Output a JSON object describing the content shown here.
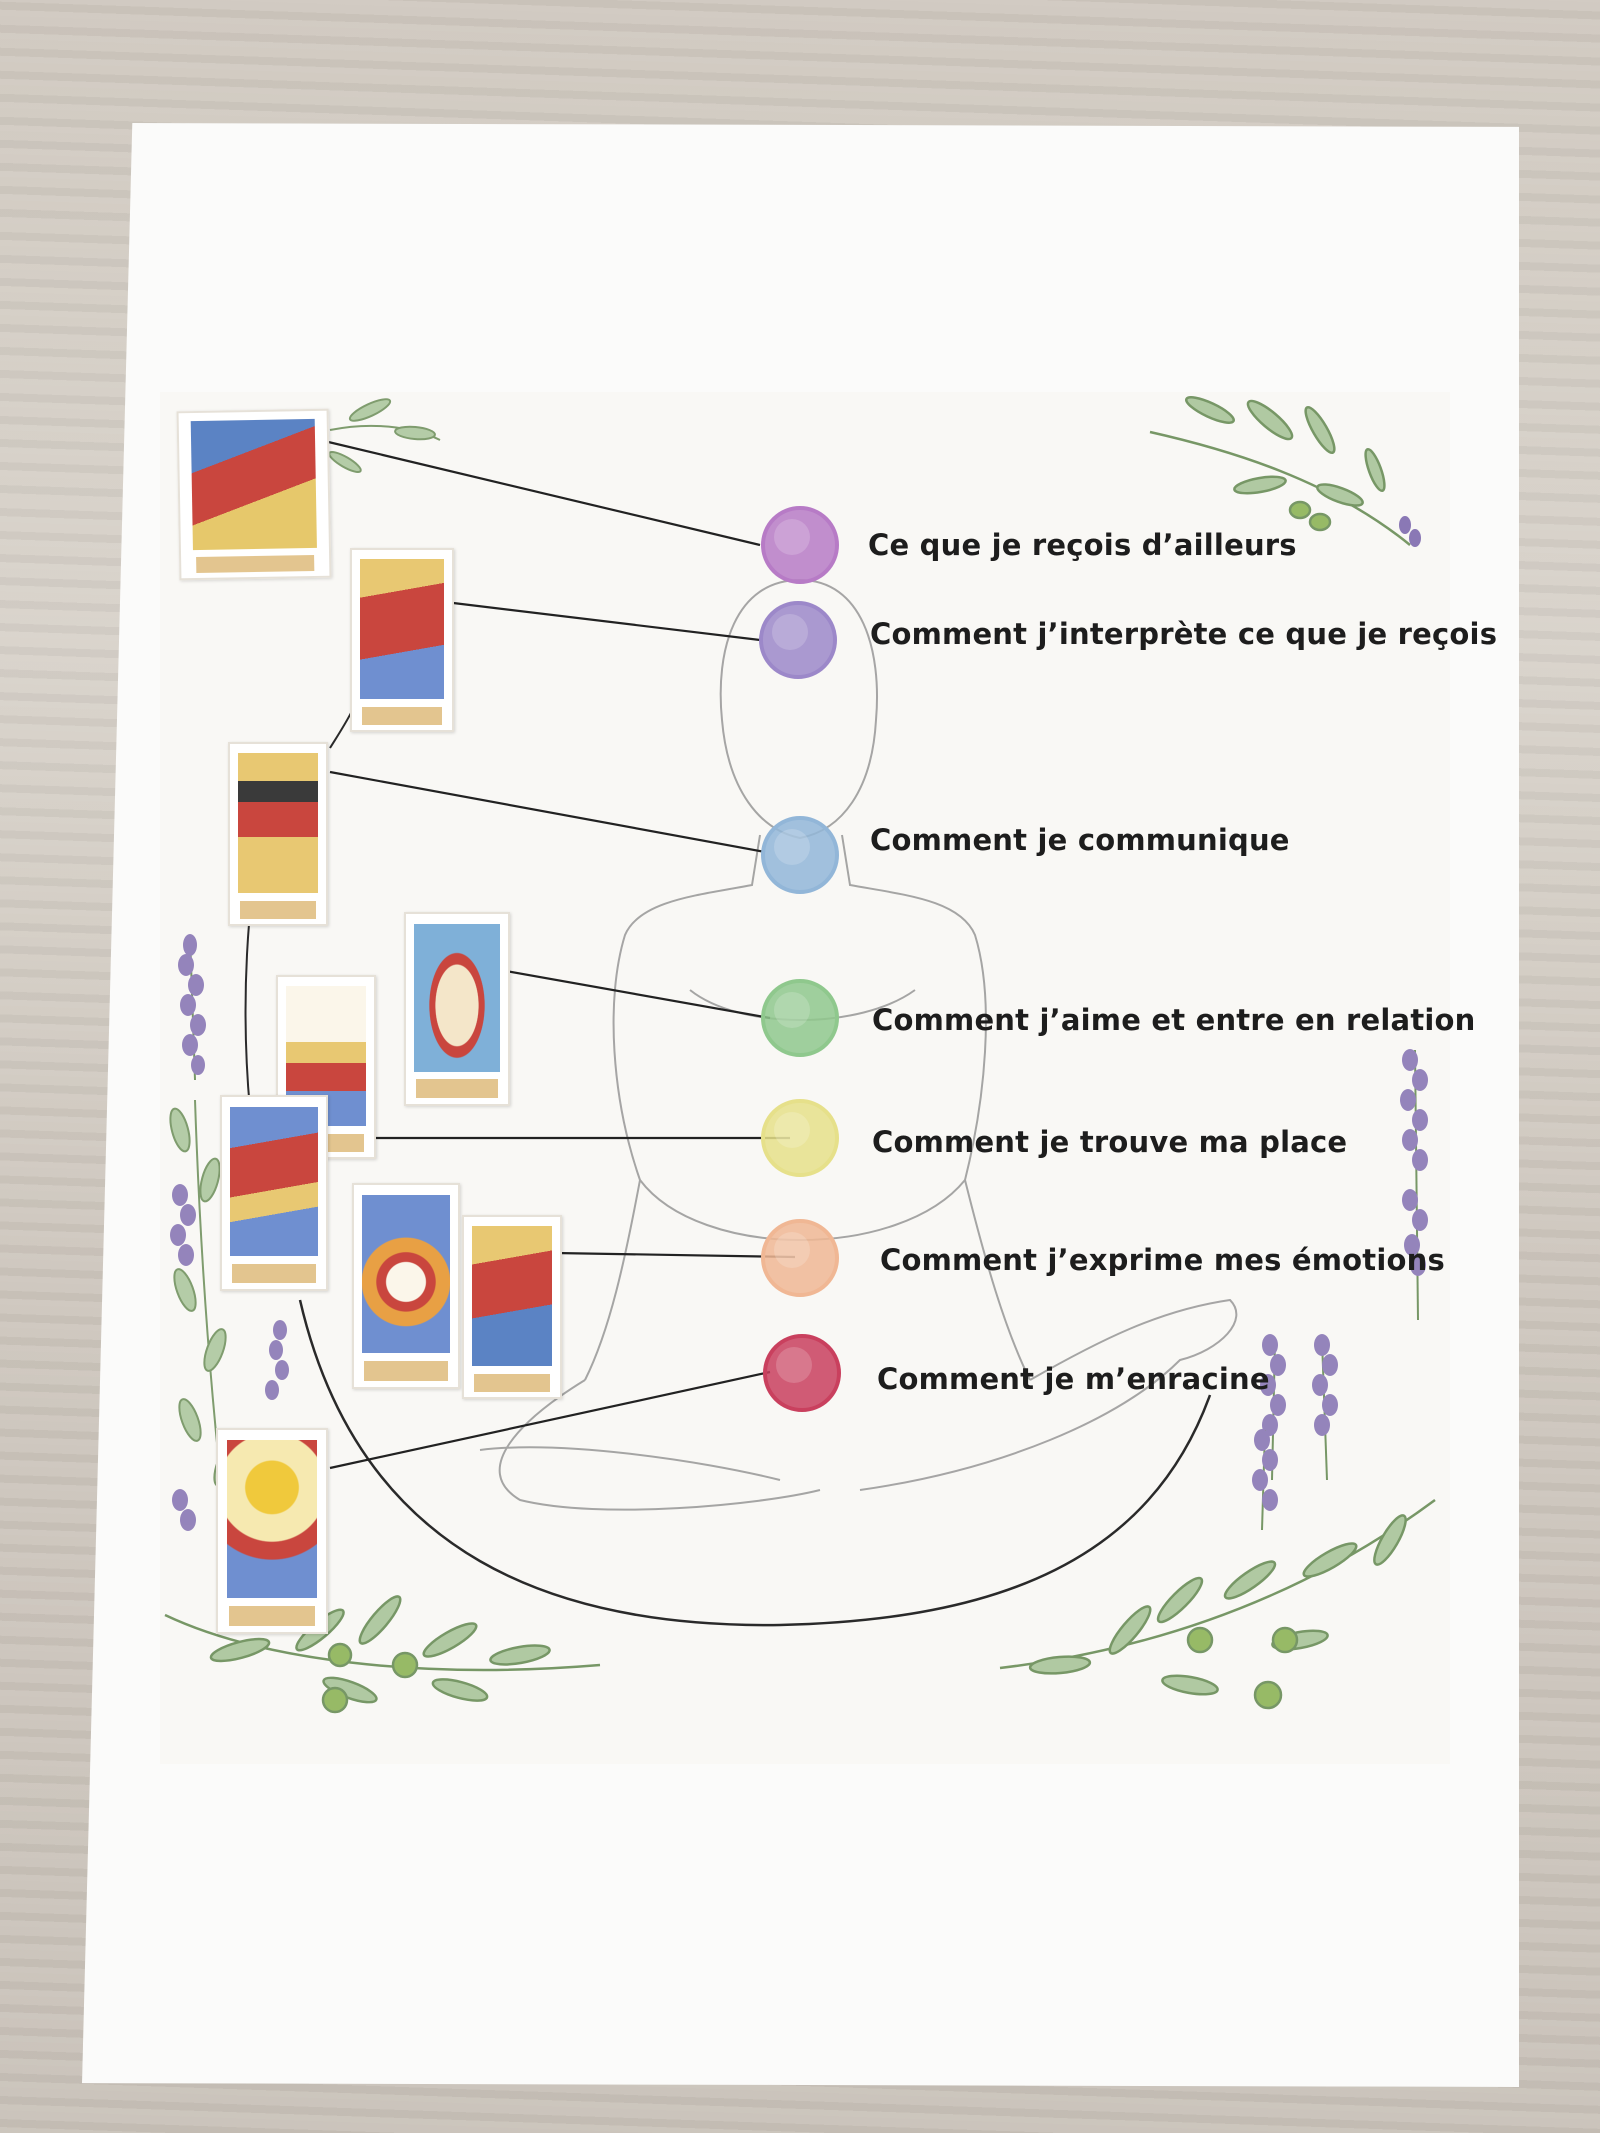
{
  "chakras": [
    {
      "label": "Ce que je reçois d’ailleurs",
      "color": "#b77bc6"
    },
    {
      "label": "Comment j’interprète ce que je reçois",
      "color": "#9c88c9"
    },
    {
      "label": "Comment je communique",
      "color": "#92b6d8"
    },
    {
      "label": "Comment j’aime et entre en relation",
      "color": "#8fc88d"
    },
    {
      "label": "Comment je trouve ma place",
      "color": "#e6e08a"
    },
    {
      "label": "Comment j’exprime mes émotions",
      "color": "#f0b794"
    },
    {
      "label": "Comment je m’enracine",
      "color": "#c9405e"
    }
  ],
  "cards": [
    {
      "icon": "tarot-card-icon"
    },
    {
      "icon": "tarot-card-icon"
    },
    {
      "icon": "tarot-card-icon"
    },
    {
      "icon": "tarot-card-icon"
    },
    {
      "icon": "tarot-card-icon"
    },
    {
      "icon": "tarot-card-icon"
    },
    {
      "icon": "tarot-card-icon"
    },
    {
      "icon": "tarot-card-icon"
    },
    {
      "icon": "tarot-card-icon"
    },
    {
      "icon": "tarot-card-icon"
    }
  ],
  "decor": {
    "lavender": "#8a78b5",
    "leaf": "#7fa86a",
    "olive": "#8db457"
  }
}
